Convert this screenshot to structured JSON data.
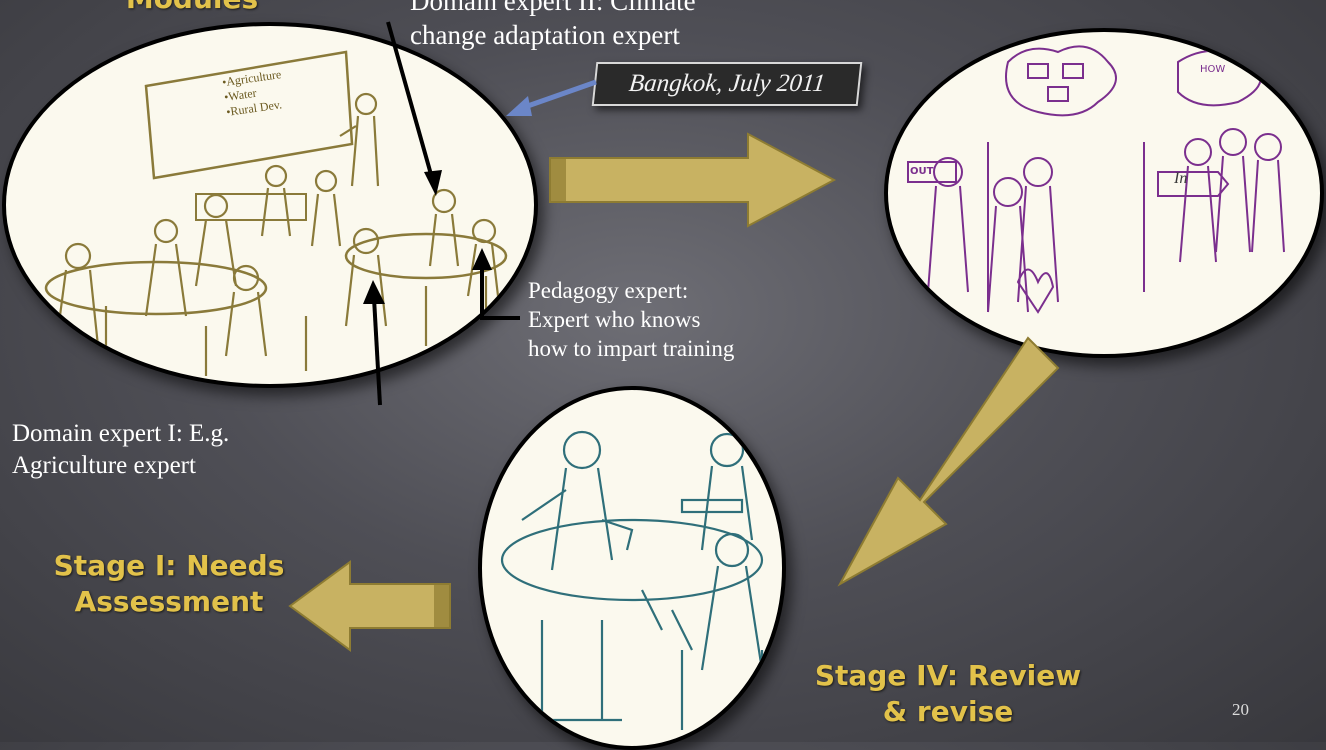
{
  "title_partial": "Modules",
  "callout_top": [
    "Domain expert II: Climate",
    "change adaptation expert"
  ],
  "board_items": [
    "•Agriculture",
    "•Water",
    "•Rural Dev."
  ],
  "bangkok_label": "Bangkok, July 2011",
  "out_sign": "OUT",
  "in_sign": "In",
  "how_label": "HOW",
  "pedagogy_callout": [
    "Pedagogy expert:",
    "Expert who knows",
    "how to impart training"
  ],
  "domain_expert_1": [
    "Domain expert I: E.g.",
    "Agriculture expert"
  ],
  "stage1": [
    "Stage I: Needs",
    "Assessment"
  ],
  "stage4": [
    "Stage IV: Review",
    "& revise"
  ],
  "slide_number": "20",
  "colors": {
    "gold": "#e2c24a",
    "arrow_fill": "#c8b262",
    "purple": "#7b2f8e",
    "teal": "#2f6f7a",
    "olive": "#8a7a3a"
  },
  "icons": [
    "arrow-right-icon",
    "arrow-down-left-icon",
    "arrow-left-icon"
  ]
}
